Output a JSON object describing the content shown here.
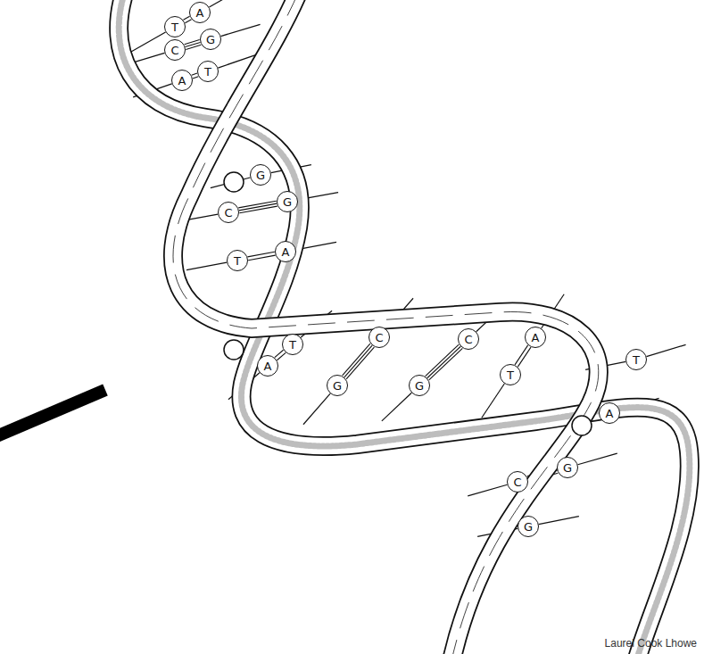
{
  "diagram": {
    "nodes": [
      {
        "text": [
          "T"
        ]
      },
      {
        "text": [
          "A"
        ]
      },
      {
        "text": [
          "C"
        ]
      },
      {
        "text": [
          "G"
        ]
      },
      {
        "text": [
          "A"
        ]
      },
      {
        "text": [
          "T"
        ]
      },
      {
        "text": [
          "G"
        ]
      },
      {
        "text": [
          "C"
        ]
      },
      {
        "text": [
          "G"
        ]
      },
      {
        "text": [
          "T"
        ]
      },
      {
        "text": [
          "A"
        ]
      },
      {
        "text": [
          "A"
        ]
      },
      {
        "text": [
          "T"
        ]
      },
      {
        "text": [
          "C"
        ]
      },
      {
        "text": [
          "G"
        ]
      },
      {
        "text": [
          "C"
        ]
      },
      {
        "text": [
          "G"
        ]
      },
      {
        "text": [
          "A"
        ]
      },
      {
        "text": [
          "T"
        ]
      },
      {
        "text": [
          "T"
        ]
      },
      {
        "text": [
          "A"
        ]
      },
      {
        "text": [
          "G"
        ]
      },
      {
        "text": [
          "C"
        ]
      },
      {
        "text": [
          "G"
        ]
      }
    ],
    "edges": [
      {
        "from": 0,
        "to": 1,
        "arrow": "none"
      },
      {
        "from": 2,
        "to": 3,
        "arrow": "none"
      },
      {
        "from": 4,
        "to": 5,
        "arrow": "none"
      },
      {
        "from": 7,
        "to": 8,
        "arrow": "none"
      },
      {
        "from": 9,
        "to": 10,
        "arrow": "none"
      },
      {
        "from": 11,
        "to": 12,
        "arrow": "none"
      },
      {
        "from": 13,
        "to": 14,
        "arrow": "none"
      },
      {
        "from": 15,
        "to": 16,
        "arrow": "none"
      },
      {
        "from": 17,
        "to": 18,
        "arrow": "none"
      },
      {
        "from": 21,
        "to": 22,
        "arrow": "none"
      }
    ],
    "labels": [
      "Laurel Cook Lhowe"
    ]
  }
}
